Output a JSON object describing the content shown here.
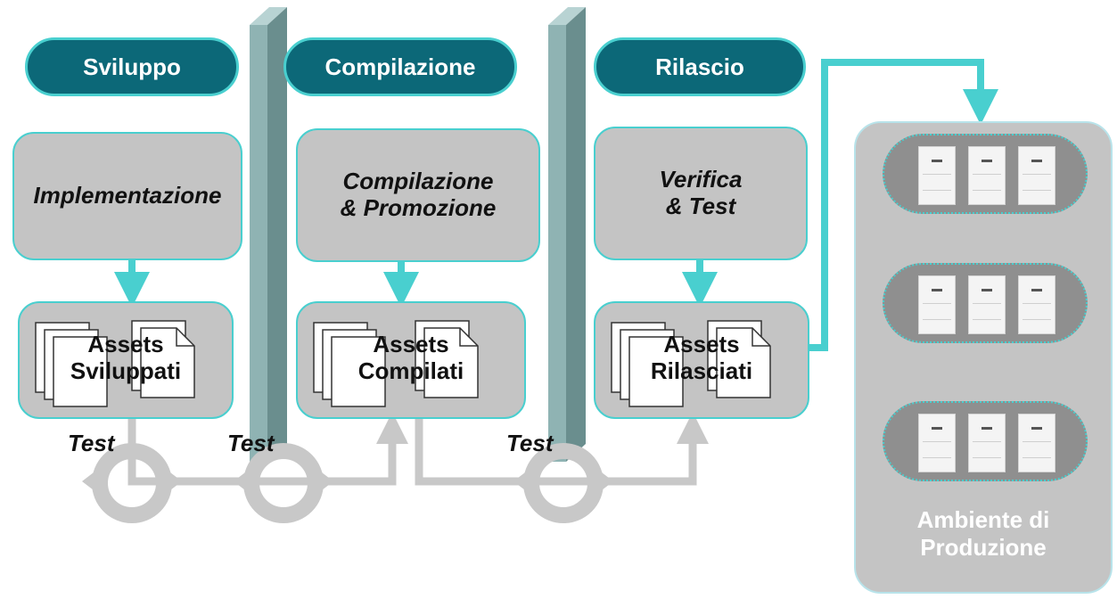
{
  "stages": {
    "sviluppo": "Sviluppo",
    "compilazione": "Compilazione",
    "rilascio": "Rilascio"
  },
  "processes": {
    "implementazione": "Implementazione",
    "compilazione_promozione_1": "Compilazione",
    "compilazione_promozione_2": "& Promozione",
    "verifica_test_1": "Verifica",
    "verifica_test_2": "& Test"
  },
  "assets": {
    "sviluppati_1": "Assets",
    "sviluppati_2": "Sviluppati",
    "compilati_1": "Assets",
    "compilati_2": "Compilati",
    "rilasciati_1": "Assets",
    "rilasciati_2": "Rilasciati"
  },
  "tests": {
    "test_1": "Test",
    "test_2": "Test",
    "test_3": "Test"
  },
  "production": {
    "label_1": "Ambiente di",
    "label_2": "Produzione"
  },
  "colors": {
    "header_fill": "#0c6878",
    "accent_cyan": "#49cfcf",
    "box_gray": "#c4c4c4",
    "wall": "#8fb3b3",
    "cycle_gray": "#c8c8c8"
  }
}
